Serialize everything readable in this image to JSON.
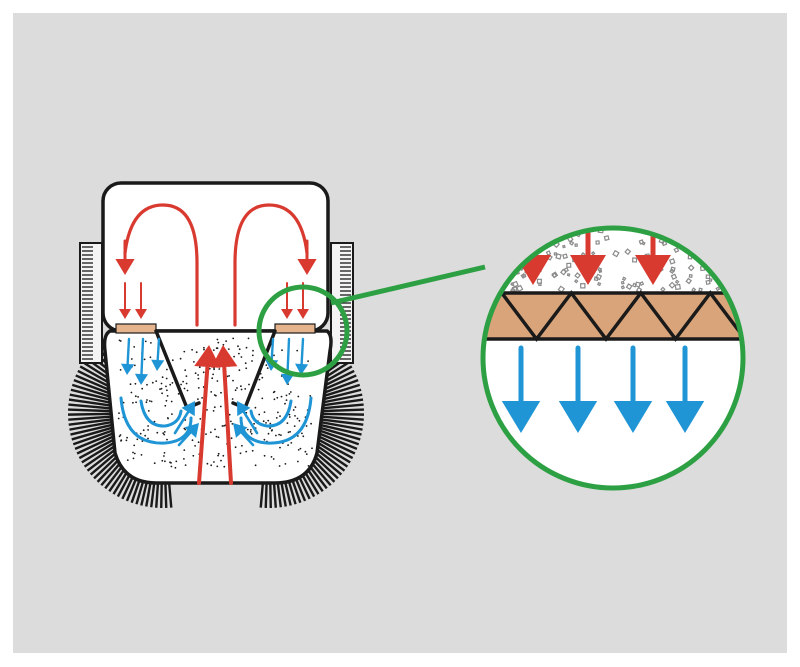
{
  "colors": {
    "page_background": "#ffffff",
    "panel_background": "#dcdcdc",
    "outline": "#1a1a1a",
    "dirty_air_arrow": "#d93a30",
    "clean_air_arrow": "#1f95d6",
    "filter_fill": "#d9a47a",
    "magnifier_ring": "#2ea044",
    "dust_particle": "#8a8a8a"
  },
  "icons": {
    "red_arrow": "red-arrow-icon",
    "blue_arrow": "blue-arrow-icon",
    "magnifier": "magnifier-circle-icon",
    "filter": "filter-layer-icon"
  },
  "diagram": {
    "components": [
      "housing",
      "filter-strip",
      "side-brush-left",
      "side-brush-right",
      "side-rollers",
      "magnified-filter-view"
    ],
    "flows": [
      "dirty-air-in",
      "air-circulation",
      "air-through-filter",
      "clean-air-out"
    ]
  }
}
